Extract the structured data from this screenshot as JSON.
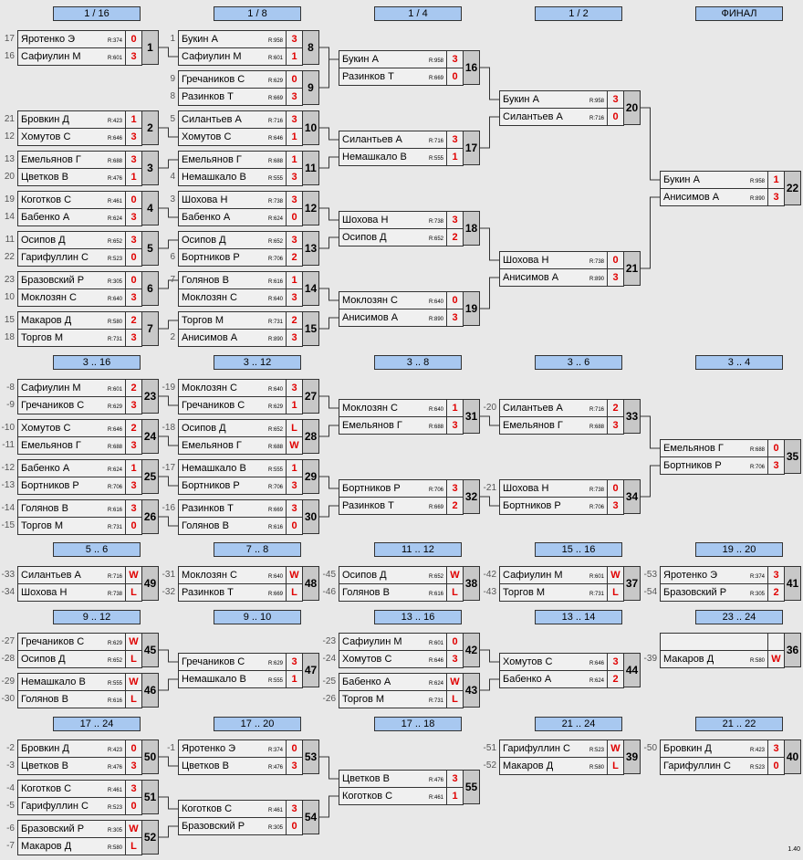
{
  "headers": [
    {
      "id": "h1",
      "label": "1 / 16"
    },
    {
      "id": "h2",
      "label": "1 / 8"
    },
    {
      "id": "h3",
      "label": "1 / 4"
    },
    {
      "id": "h4",
      "label": "1 / 2"
    },
    {
      "id": "h5",
      "label": "ФИНАЛ"
    },
    {
      "id": "h6",
      "label": "3 .. 16"
    },
    {
      "id": "h7",
      "label": "3 .. 12"
    },
    {
      "id": "h8",
      "label": "3 .. 8"
    },
    {
      "id": "h9",
      "label": "3 .. 6"
    },
    {
      "id": "h10",
      "label": "3 .. 4"
    },
    {
      "id": "h11",
      "label": "5 .. 6"
    },
    {
      "id": "h12",
      "label": "7 .. 8"
    },
    {
      "id": "h13",
      "label": "11 .. 12"
    },
    {
      "id": "h14",
      "label": "15 .. 16"
    },
    {
      "id": "h15",
      "label": "19 .. 20"
    },
    {
      "id": "h16",
      "label": "9 .. 12"
    },
    {
      "id": "h17",
      "label": "9 .. 10"
    },
    {
      "id": "h18",
      "label": "13 .. 16"
    },
    {
      "id": "h19",
      "label": "13 .. 14"
    },
    {
      "id": "h20",
      "label": "23 .. 24"
    },
    {
      "id": "h21",
      "label": "17 .. 24"
    },
    {
      "id": "h22",
      "label": "17 .. 20"
    },
    {
      "id": "h23",
      "label": "17 .. 18"
    },
    {
      "id": "h24",
      "label": "21 .. 24"
    },
    {
      "id": "h25",
      "label": "21 .. 22"
    }
  ],
  "matches": [
    {
      "num": "1",
      "p": [
        {
          "seed": "17",
          "name": "Яротенко Э",
          "rating": "R:374",
          "score": "0"
        },
        {
          "seed": "16",
          "name": "Сафиулин М",
          "rating": "R:601",
          "score": "3"
        }
      ]
    },
    {
      "num": "2",
      "p": [
        {
          "seed": "21",
          "name": "Бровкин Д",
          "rating": "R:423",
          "score": "1"
        },
        {
          "seed": "12",
          "name": "Хомутов С",
          "rating": "R:646",
          "score": "3"
        }
      ]
    },
    {
      "num": "3",
      "p": [
        {
          "seed": "13",
          "name": "Емельянов Г",
          "rating": "R:688",
          "score": "3"
        },
        {
          "seed": "20",
          "name": "Цветков В",
          "rating": "R:476",
          "score": "1"
        }
      ]
    },
    {
      "num": "4",
      "p": [
        {
          "seed": "19",
          "name": "Коготков С",
          "rating": "R:461",
          "score": "0"
        },
        {
          "seed": "14",
          "name": "Бабенко А",
          "rating": "R:624",
          "score": "3"
        }
      ]
    },
    {
      "num": "5",
      "p": [
        {
          "seed": "11",
          "name": "Осипов Д",
          "rating": "R:652",
          "score": "3"
        },
        {
          "seed": "22",
          "name": "Гарифуллин С",
          "rating": "R:523",
          "score": "0"
        }
      ]
    },
    {
      "num": "6",
      "p": [
        {
          "seed": "23",
          "name": "Бразовский Р",
          "rating": "R:305",
          "score": "0"
        },
        {
          "seed": "10",
          "name": "Моклозян С",
          "rating": "R:640",
          "score": "3"
        }
      ]
    },
    {
      "num": "7",
      "p": [
        {
          "seed": "15",
          "name": "Макаров Д",
          "rating": "R:580",
          "score": "2"
        },
        {
          "seed": "18",
          "name": "Торгов М",
          "rating": "R:731",
          "score": "3"
        }
      ]
    },
    {
      "num": "8",
      "p": [
        {
          "seed": "1",
          "name": "Букин А",
          "rating": "R:958",
          "score": "3"
        },
        {
          "seed": "",
          "name": "Сафиулин М",
          "rating": "R:601",
          "score": "1"
        }
      ]
    },
    {
      "num": "9",
      "p": [
        {
          "seed": "9",
          "name": "Гречаников С",
          "rating": "R:629",
          "score": "0"
        },
        {
          "seed": "8",
          "name": "Разинков Т",
          "rating": "R:669",
          "score": "3"
        }
      ]
    },
    {
      "num": "10",
      "p": [
        {
          "seed": "5",
          "name": "Силантьев А",
          "rating": "R:716",
          "score": "3"
        },
        {
          "seed": "",
          "name": "Хомутов С",
          "rating": "R:646",
          "score": "1"
        }
      ]
    },
    {
      "num": "11",
      "p": [
        {
          "seed": "",
          "name": "Емельянов Г",
          "rating": "R:688",
          "score": "1"
        },
        {
          "seed": "4",
          "name": "Немашкало В",
          "rating": "R:555",
          "score": "3"
        }
      ]
    },
    {
      "num": "12",
      "p": [
        {
          "seed": "3",
          "name": "Шохова Н",
          "rating": "R:738",
          "score": "3"
        },
        {
          "seed": "",
          "name": "Бабенко А",
          "rating": "R:624",
          "score": "0"
        }
      ]
    },
    {
      "num": "13",
      "p": [
        {
          "seed": "",
          "name": "Осипов Д",
          "rating": "R:652",
          "score": "3"
        },
        {
          "seed": "6",
          "name": "Бортников Р",
          "rating": "R:706",
          "score": "2"
        }
      ]
    },
    {
      "num": "14",
      "p": [
        {
          "seed": "7",
          "name": "Голянов В",
          "rating": "R:616",
          "score": "1"
        },
        {
          "seed": "",
          "name": "Моклозян С",
          "rating": "R:640",
          "score": "3"
        }
      ]
    },
    {
      "num": "15",
      "p": [
        {
          "seed": "",
          "name": "Торгов М",
          "rating": "R:731",
          "score": "2"
        },
        {
          "seed": "2",
          "name": "Анисимов А",
          "rating": "R:890",
          "score": "3"
        }
      ]
    },
    {
      "num": "16",
      "p": [
        {
          "seed": "",
          "name": "Букин А",
          "rating": "R:958",
          "score": "3"
        },
        {
          "seed": "",
          "name": "Разинков Т",
          "rating": "R:669",
          "score": "0"
        }
      ]
    },
    {
      "num": "17",
      "p": [
        {
          "seed": "",
          "name": "Силантьев А",
          "rating": "R:716",
          "score": "3"
        },
        {
          "seed": "",
          "name": "Немашкало В",
          "rating": "R:555",
          "score": "1"
        }
      ]
    },
    {
      "num": "18",
      "p": [
        {
          "seed": "",
          "name": "Шохова Н",
          "rating": "R:738",
          "score": "3"
        },
        {
          "seed": "",
          "name": "Осипов Д",
          "rating": "R:652",
          "score": "2"
        }
      ]
    },
    {
      "num": "19",
      "p": [
        {
          "seed": "",
          "name": "Моклозян С",
          "rating": "R:640",
          "score": "0"
        },
        {
          "seed": "",
          "name": "Анисимов А",
          "rating": "R:890",
          "score": "3"
        }
      ]
    },
    {
      "num": "20",
      "p": [
        {
          "seed": "",
          "name": "Букин А",
          "rating": "R:958",
          "score": "3"
        },
        {
          "seed": "",
          "name": "Силантьев А",
          "rating": "R:716",
          "score": "0"
        }
      ]
    },
    {
      "num": "21",
      "p": [
        {
          "seed": "",
          "name": "Шохова Н",
          "rating": "R:738",
          "score": "0"
        },
        {
          "seed": "",
          "name": "Анисимов А",
          "rating": "R:890",
          "score": "3"
        }
      ]
    },
    {
      "num": "22",
      "p": [
        {
          "seed": "",
          "name": "Букин А",
          "rating": "R:958",
          "score": "1"
        },
        {
          "seed": "",
          "name": "Анисимов А",
          "rating": "R:890",
          "score": "3"
        }
      ]
    },
    {
      "num": "23",
      "p": [
        {
          "seed": "-8",
          "name": "Сафиулин М",
          "rating": "R:601",
          "score": "2"
        },
        {
          "seed": "-9",
          "name": "Гречаников С",
          "rating": "R:629",
          "score": "3"
        }
      ]
    },
    {
      "num": "24",
      "p": [
        {
          "seed": "-10",
          "name": "Хомутов С",
          "rating": "R:646",
          "score": "2"
        },
        {
          "seed": "-11",
          "name": "Емельянов Г",
          "rating": "R:688",
          "score": "3"
        }
      ]
    },
    {
      "num": "25",
      "p": [
        {
          "seed": "-12",
          "name": "Бабенко А",
          "rating": "R:624",
          "score": "1"
        },
        {
          "seed": "-13",
          "name": "Бортников Р",
          "rating": "R:706",
          "score": "3"
        }
      ]
    },
    {
      "num": "26",
      "p": [
        {
          "seed": "-14",
          "name": "Голянов В",
          "rating": "R:616",
          "score": "3"
        },
        {
          "seed": "-15",
          "name": "Торгов М",
          "rating": "R:731",
          "score": "0"
        }
      ]
    },
    {
      "num": "27",
      "p": [
        {
          "seed": "-19",
          "name": "Моклозян С",
          "rating": "R:640",
          "score": "3"
        },
        {
          "seed": "",
          "name": "Гречаников С",
          "rating": "R:629",
          "score": "1"
        }
      ]
    },
    {
      "num": "28",
      "p": [
        {
          "seed": "-18",
          "name": "Осипов Д",
          "rating": "R:652",
          "score": "L"
        },
        {
          "seed": "",
          "name": "Емельянов Г",
          "rating": "R:688",
          "score": "W"
        }
      ]
    },
    {
      "num": "29",
      "p": [
        {
          "seed": "-17",
          "name": "Немашкало В",
          "rating": "R:555",
          "score": "1"
        },
        {
          "seed": "",
          "name": "Бортников Р",
          "rating": "R:706",
          "score": "3"
        }
      ]
    },
    {
      "num": "30",
      "p": [
        {
          "seed": "-16",
          "name": "Разинков Т",
          "rating": "R:669",
          "score": "3"
        },
        {
          "seed": "",
          "name": "Голянов В",
          "rating": "R:616",
          "score": "0"
        }
      ]
    },
    {
      "num": "31",
      "p": [
        {
          "seed": "",
          "name": "Моклозян С",
          "rating": "R:640",
          "score": "1"
        },
        {
          "seed": "",
          "name": "Емельянов Г",
          "rating": "R:688",
          "score": "3"
        }
      ]
    },
    {
      "num": "32",
      "p": [
        {
          "seed": "",
          "name": "Бортников Р",
          "rating": "R:706",
          "score": "3"
        },
        {
          "seed": "",
          "name": "Разинков Т",
          "rating": "R:669",
          "score": "2"
        }
      ]
    },
    {
      "num": "33",
      "p": [
        {
          "seed": "-20",
          "name": "Силантьев А",
          "rating": "R:716",
          "score": "2"
        },
        {
          "seed": "",
          "name": "Емельянов Г",
          "rating": "R:688",
          "score": "3"
        }
      ]
    },
    {
      "num": "34",
      "p": [
        {
          "seed": "-21",
          "name": "Шохова Н",
          "rating": "R:738",
          "score": "0"
        },
        {
          "seed": "",
          "name": "Бортников Р",
          "rating": "R:706",
          "score": "3"
        }
      ]
    },
    {
      "num": "35",
      "p": [
        {
          "seed": "",
          "name": "Емельянов Г",
          "rating": "R:688",
          "score": "0"
        },
        {
          "seed": "",
          "name": "Бортников Р",
          "rating": "R:706",
          "score": "3"
        }
      ]
    },
    {
      "num": "49",
      "p": [
        {
          "seed": "-33",
          "name": "Силантьев А",
          "rating": "R:716",
          "score": "W"
        },
        {
          "seed": "-34",
          "name": "Шохова Н",
          "rating": "R:738",
          "score": "L"
        }
      ]
    },
    {
      "num": "48",
      "p": [
        {
          "seed": "-31",
          "name": "Моклозян С",
          "rating": "R:640",
          "score": "W"
        },
        {
          "seed": "-32",
          "name": "Разинков Т",
          "rating": "R:669",
          "score": "L"
        }
      ]
    },
    {
      "num": "38",
      "p": [
        {
          "seed": "-45",
          "name": "Осипов Д",
          "rating": "R:652",
          "score": "W"
        },
        {
          "seed": "-46",
          "name": "Голянов В",
          "rating": "R:616",
          "score": "L"
        }
      ]
    },
    {
      "num": "37",
      "p": [
        {
          "seed": "-42",
          "name": "Сафиулин М",
          "rating": "R:601",
          "score": "W"
        },
        {
          "seed": "-43",
          "name": "Торгов М",
          "rating": "R:731",
          "score": "L"
        }
      ]
    },
    {
      "num": "41",
      "p": [
        {
          "seed": "-53",
          "name": "Яротенко Э",
          "rating": "R:374",
          "score": "3"
        },
        {
          "seed": "-54",
          "name": "Бразовский Р",
          "rating": "R:305",
          "score": "2"
        }
      ]
    },
    {
      "num": "45",
      "p": [
        {
          "seed": "-27",
          "name": "Гречаников С",
          "rating": "R:629",
          "score": "W"
        },
        {
          "seed": "-28",
          "name": "Осипов Д",
          "rating": "R:652",
          "score": "L"
        }
      ]
    },
    {
      "num": "46",
      "p": [
        {
          "seed": "-29",
          "name": "Немашкало В",
          "rating": "R:555",
          "score": "W"
        },
        {
          "seed": "-30",
          "name": "Голянов В",
          "rating": "R:616",
          "score": "L"
        }
      ]
    },
    {
      "num": "47",
      "p": [
        {
          "seed": "",
          "name": "Гречаников С",
          "rating": "R:629",
          "score": "3"
        },
        {
          "seed": "",
          "name": "Немашкало В",
          "rating": "R:555",
          "score": "1"
        }
      ]
    },
    {
      "num": "42",
      "p": [
        {
          "seed": "-23",
          "name": "Сафиулин М",
          "rating": "R:601",
          "score": "0"
        },
        {
          "seed": "-24",
          "name": "Хомутов С",
          "rating": "R:646",
          "score": "3"
        }
      ]
    },
    {
      "num": "43",
      "p": [
        {
          "seed": "-25",
          "name": "Бабенко А",
          "rating": "R:624",
          "score": "W"
        },
        {
          "seed": "-26",
          "name": "Торгов М",
          "rating": "R:731",
          "score": "L"
        }
      ]
    },
    {
      "num": "44",
      "p": [
        {
          "seed": "",
          "name": "Хомутов С",
          "rating": "R:646",
          "score": "3"
        },
        {
          "seed": "",
          "name": "Бабенко А",
          "rating": "R:624",
          "score": "2"
        }
      ]
    },
    {
      "num": "36",
      "p": [
        {
          "seed": "",
          "name": "",
          "rating": "",
          "score": ""
        },
        {
          "seed": "-39",
          "name": "Макаров Д",
          "rating": "R:580",
          "score": "W"
        }
      ]
    },
    {
      "num": "50",
      "p": [
        {
          "seed": "-2",
          "name": "Бровкин Д",
          "rating": "R:423",
          "score": "0"
        },
        {
          "seed": "-3",
          "name": "Цветков В",
          "rating": "R:476",
          "score": "3"
        }
      ]
    },
    {
      "num": "51",
      "p": [
        {
          "seed": "-4",
          "name": "Коготков С",
          "rating": "R:461",
          "score": "3"
        },
        {
          "seed": "-5",
          "name": "Гарифуллин С",
          "rating": "R:523",
          "score": "0"
        }
      ]
    },
    {
      "num": "52",
      "p": [
        {
          "seed": "-6",
          "name": "Бразовский Р",
          "rating": "R:305",
          "score": "W"
        },
        {
          "seed": "-7",
          "name": "Макаров Д",
          "rating": "R:580",
          "score": "L"
        }
      ]
    },
    {
      "num": "53",
      "p": [
        {
          "seed": "-1",
          "name": "Яротенко Э",
          "rating": "R:374",
          "score": "0"
        },
        {
          "seed": "",
          "name": "Цветков В",
          "rating": "R:476",
          "score": "3"
        }
      ]
    },
    {
      "num": "54",
      "p": [
        {
          "seed": "",
          "name": "Коготков С",
          "rating": "R:461",
          "score": "3"
        },
        {
          "seed": "",
          "name": "Бразовский Р",
          "rating": "R:305",
          "score": "0"
        }
      ]
    },
    {
      "num": "55",
      "p": [
        {
          "seed": "",
          "name": "Цветков В",
          "rating": "R:476",
          "score": "3"
        },
        {
          "seed": "",
          "name": "Коготков С",
          "rating": "R:461",
          "score": "1"
        }
      ]
    },
    {
      "num": "39",
      "p": [
        {
          "seed": "-51",
          "name": "Гарифуллин С",
          "rating": "R:523",
          "score": "W"
        },
        {
          "seed": "-52",
          "name": "Макаров Д",
          "rating": "R:580",
          "score": "L"
        }
      ]
    },
    {
      "num": "40",
      "p": [
        {
          "seed": "-50",
          "name": "Бровкин Д",
          "rating": "R:423",
          "score": "3"
        },
        {
          "seed": "",
          "name": "Гарифуллин С",
          "rating": "R:523",
          "score": "0"
        }
      ]
    }
  ],
  "version": "1.40"
}
